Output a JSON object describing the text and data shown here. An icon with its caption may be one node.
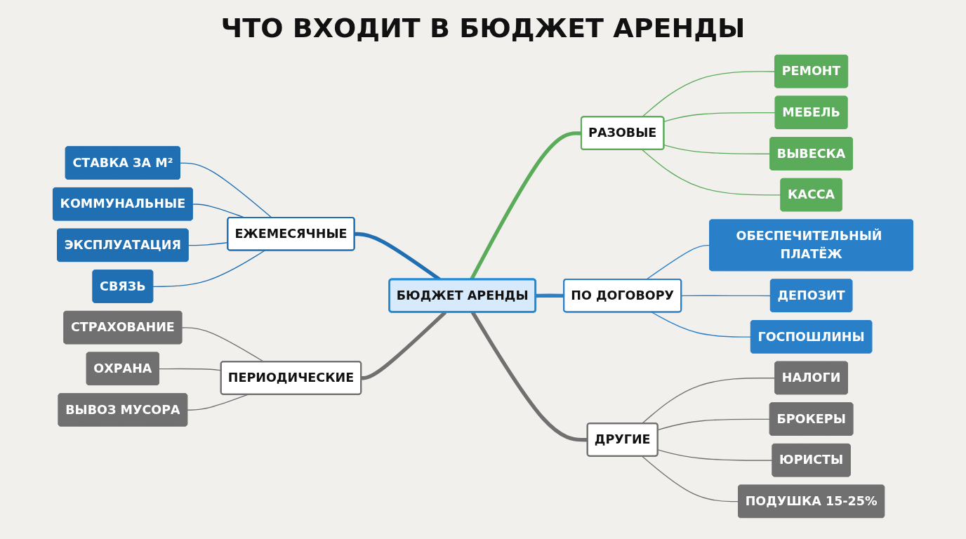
{
  "diagram": {
    "title": "ЧТО ВХОДИТ В БЮДЖЕТ АРЕНДЫ",
    "nodes": [
      {
        "text": [
          "БЮДЖЕТ АРЕНДЫ"
        ]
      },
      {
        "text": [
          "ЕЖЕМЕСЯЧНЫЕ"
        ]
      },
      {
        "text": [
          "СТАВКА ЗА М²"
        ]
      },
      {
        "text": [
          "КОММУНАЛЬНЫЕ"
        ]
      },
      {
        "text": [
          "ЭКСПЛУАТАЦИЯ"
        ]
      },
      {
        "text": [
          "СВЯЗЬ"
        ]
      },
      {
        "text": [
          "РАЗОВЫЕ"
        ]
      },
      {
        "text": [
          "РЕМОНТ"
        ]
      },
      {
        "text": [
          "МЕБЕЛЬ"
        ]
      },
      {
        "text": [
          "ВЫВЕСКА"
        ]
      },
      {
        "text": [
          "КАССА"
        ]
      },
      {
        "text": [
          "ПЕРИОДИЧЕСКИЕ"
        ]
      },
      {
        "text": [
          "СТРАХОВАНИЕ"
        ]
      },
      {
        "text": [
          "ОХРАНА"
        ]
      },
      {
        "text": [
          "ВЫВОЗ МУСОРА"
        ]
      },
      {
        "text": [
          "ПО ДОГОВОРУ"
        ]
      },
      {
        "text": [
          "ОБЕСПЕЧИТЕЛЬНЫЙ ПЛАТЁЖ"
        ]
      },
      {
        "text": [
          "ДЕПОЗИТ"
        ]
      },
      {
        "text": [
          "ГОСПОШЛИНЫ"
        ]
      },
      {
        "text": [
          "ДРУГИЕ"
        ]
      },
      {
        "text": [
          "НАЛОГИ"
        ]
      },
      {
        "text": [
          "БРОКЕРЫ"
        ]
      },
      {
        "text": [
          "ЮРИСТЫ"
        ]
      },
      {
        "text": [
          "ПОДУШКА 15-25%"
        ]
      }
    ],
    "edges": [
      {
        "from": 1,
        "to": 0,
        "arrow": "none",
        "style": "thick",
        "color": "#1f6fb2"
      },
      {
        "from": 2,
        "to": 1,
        "arrow": "none",
        "color": "#1f6fb2"
      },
      {
        "from": 3,
        "to": 1,
        "arrow": "none",
        "color": "#1f6fb2"
      },
      {
        "from": 4,
        "to": 1,
        "arrow": "none",
        "color": "#1f6fb2"
      },
      {
        "from": 5,
        "to": 1,
        "arrow": "none",
        "color": "#1f6fb2"
      },
      {
        "from": 0,
        "to": 6,
        "arrow": "none",
        "style": "thick",
        "color": "#5aab5a"
      },
      {
        "from": 6,
        "to": 7,
        "arrow": "none",
        "color": "#5aab5a"
      },
      {
        "from": 6,
        "to": 8,
        "arrow": "none",
        "color": "#5aab5a"
      },
      {
        "from": 6,
        "to": 9,
        "arrow": "none",
        "color": "#5aab5a"
      },
      {
        "from": 6,
        "to": 10,
        "arrow": "none",
        "color": "#5aab5a"
      },
      {
        "from": 11,
        "to": 0,
        "arrow": "none",
        "style": "thick",
        "color": "#707070"
      },
      {
        "from": 12,
        "to": 11,
        "arrow": "none",
        "color": "#707070"
      },
      {
        "from": 13,
        "to": 11,
        "arrow": "none",
        "color": "#707070"
      },
      {
        "from": 14,
        "to": 11,
        "arrow": "none",
        "color": "#707070"
      },
      {
        "from": 0,
        "to": 15,
        "arrow": "none",
        "style": "thick",
        "color": "#2a7fc9"
      },
      {
        "from": 15,
        "to": 16,
        "arrow": "none",
        "color": "#2a7fc9"
      },
      {
        "from": 15,
        "to": 17,
        "arrow": "none",
        "color": "#2a7fc9"
      },
      {
        "from": 15,
        "to": 18,
        "arrow": "none",
        "color": "#2a7fc9"
      },
      {
        "from": 0,
        "to": 19,
        "arrow": "none",
        "style": "thick",
        "color": "#707070"
      },
      {
        "from": 19,
        "to": 20,
        "arrow": "none",
        "color": "#707070"
      },
      {
        "from": 19,
        "to": 21,
        "arrow": "none",
        "color": "#707070"
      },
      {
        "from": 19,
        "to": 22,
        "arrow": "none",
        "color": "#707070"
      },
      {
        "from": 19,
        "to": 23,
        "arrow": "none",
        "color": "#707070"
      }
    ]
  }
}
